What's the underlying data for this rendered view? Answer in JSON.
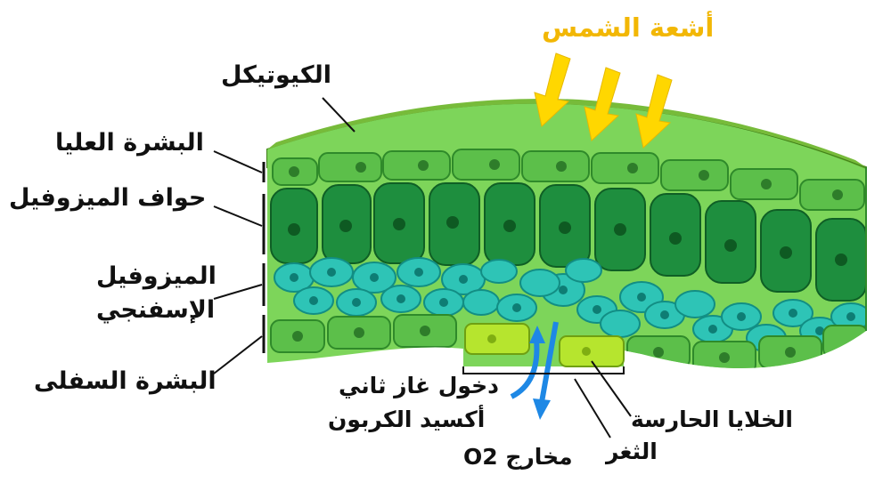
{
  "labels": {
    "sunlight": "أشعة الشمس",
    "cuticle": "الكيوتيكل",
    "upper_epidermis": "البشرة العليا",
    "palisade_mesophyll": "حواف الميزوفيل",
    "spongy_mesophyll_line1": "الميزوفيل",
    "spongy_mesophyll_line2": "الإسفنجي",
    "lower_epidermis": "البشرة السفلى",
    "co2_in_line1": "دخول غاز ثاني",
    "co2_in_line2": "أكسيد الكربون",
    "o2_out": "مخارج O2",
    "stoma": "الثغر",
    "guard_cells": "الخلايا الحارسة"
  },
  "colors": {
    "sunlight_arrow": "#FFD700",
    "sunlight_text": "#F2B705",
    "cuticle": "#4E9A1E",
    "epidermis": "#5CBF4A",
    "palisade": "#1E8E3E",
    "spongy": "#2EC4B6",
    "guard_cell": "#B6E52E",
    "gas_arrow": "#1E88E5",
    "label_text": "#111111"
  }
}
